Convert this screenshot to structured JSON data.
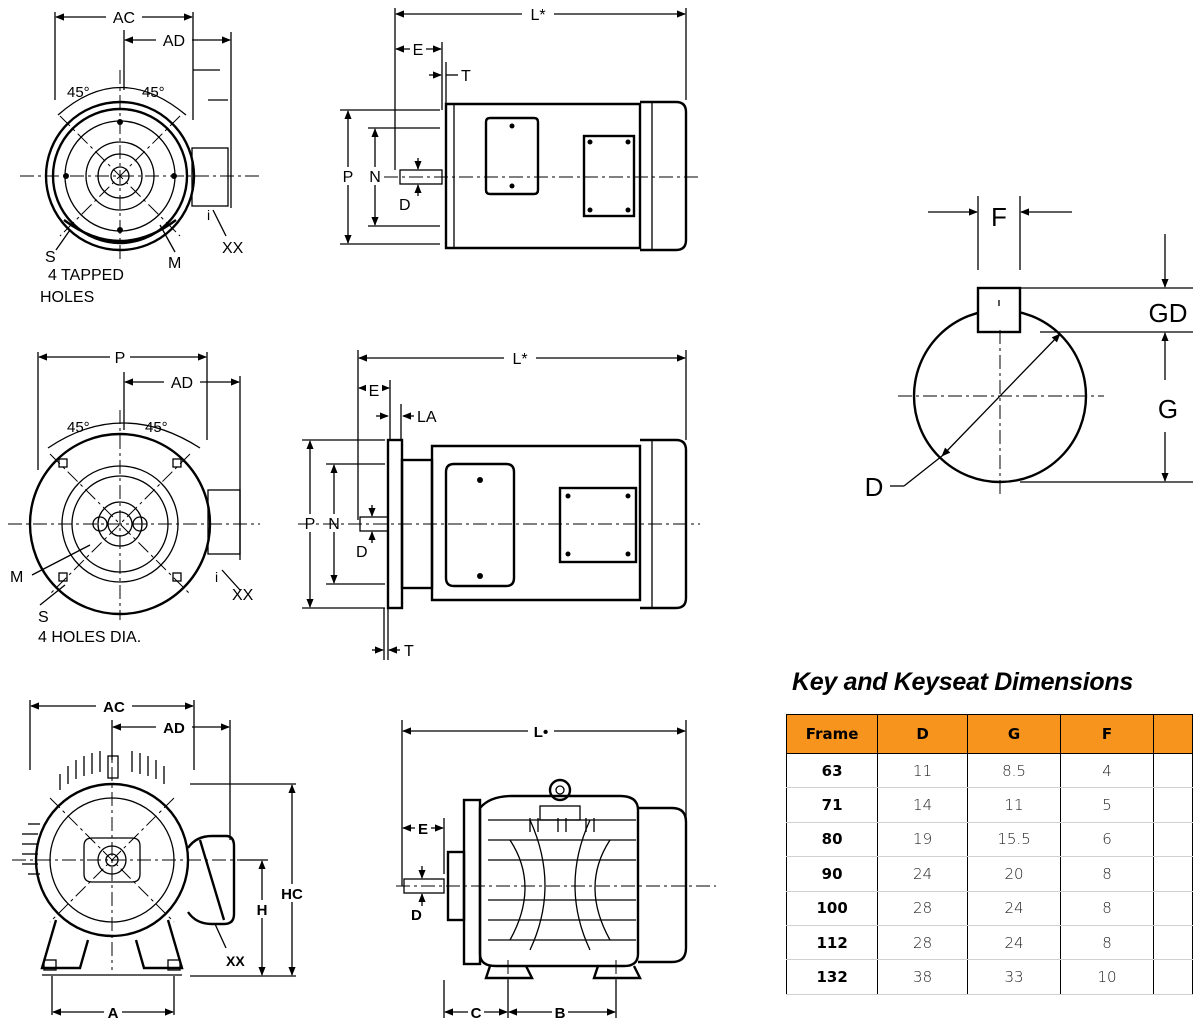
{
  "labels": {
    "AC": "AC",
    "AD": "AD",
    "L_star": "L*",
    "L_dot": "L•",
    "E": "E",
    "T": "T",
    "P": "P",
    "N": "N",
    "D": "D",
    "S": "S",
    "M": "M",
    "XX": "XX",
    "LA": "LA",
    "deg45": "45°",
    "four_tapped": "4 TAPPED",
    "holes": "HOLES",
    "four_holes_dia": "4  HOLES DIA.",
    "HC": "HC",
    "H": "H",
    "A": "A",
    "B": "B",
    "C": "C",
    "F": "F",
    "GD": "GD",
    "G": "G",
    "i": "i"
  },
  "key_table": {
    "title": "Key and Keyseat Dimensions",
    "headers": [
      "Frame",
      "D",
      "G",
      "F",
      ""
    ],
    "rows": [
      [
        "63",
        "11",
        "8.5",
        "4",
        ""
      ],
      [
        "71",
        "14",
        "11",
        "5",
        ""
      ],
      [
        "80",
        "19",
        "15.5",
        "6",
        ""
      ],
      [
        "90",
        "24",
        "20",
        "8",
        ""
      ],
      [
        "100",
        "28",
        "24",
        "8",
        ""
      ],
      [
        "112",
        "28",
        "24",
        "8",
        ""
      ],
      [
        "132",
        "38",
        "33",
        "10",
        ""
      ]
    ]
  }
}
